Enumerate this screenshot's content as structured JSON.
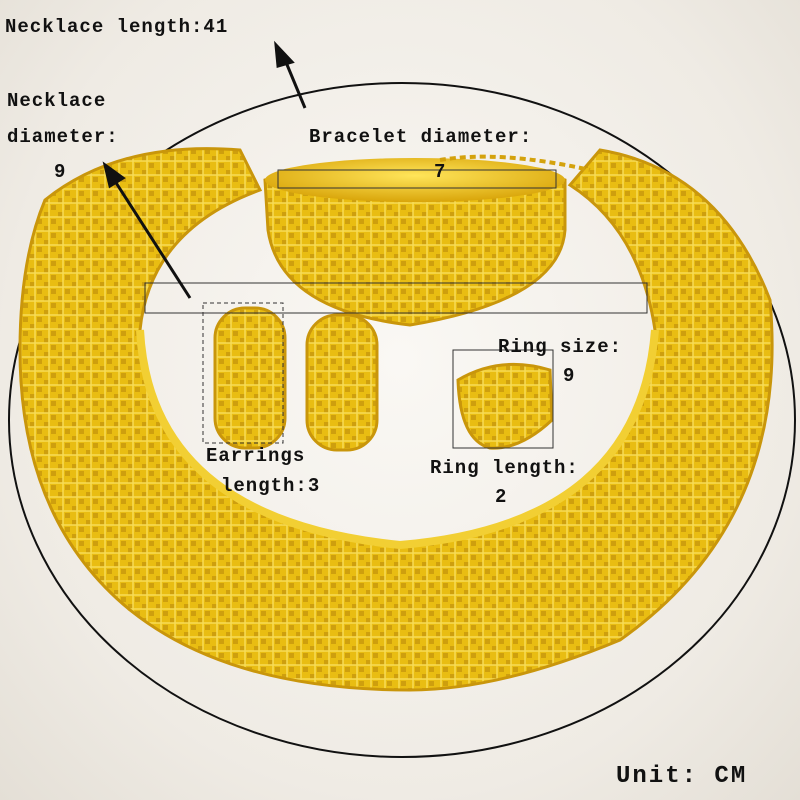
{
  "annotations": {
    "necklace_length": "Necklace length:41",
    "necklace_diameter_line1": "Necklace",
    "necklace_diameter_line2": "diameter:",
    "necklace_diameter_value": "9",
    "bracelet_diameter_label": "Bracelet diameter:",
    "bracelet_diameter_value": "7",
    "ring_size_label": "Ring size:",
    "ring_size_value": "9",
    "earrings_line1": "Earrings",
    "earrings_line2": "length:3",
    "ring_length_label": "Ring length:",
    "ring_length_value": "2",
    "unit": "Unit: CM"
  },
  "colors": {
    "gold": "#e3b60f",
    "gold_dark": "#b8860b",
    "background": "#f4f1ec"
  }
}
